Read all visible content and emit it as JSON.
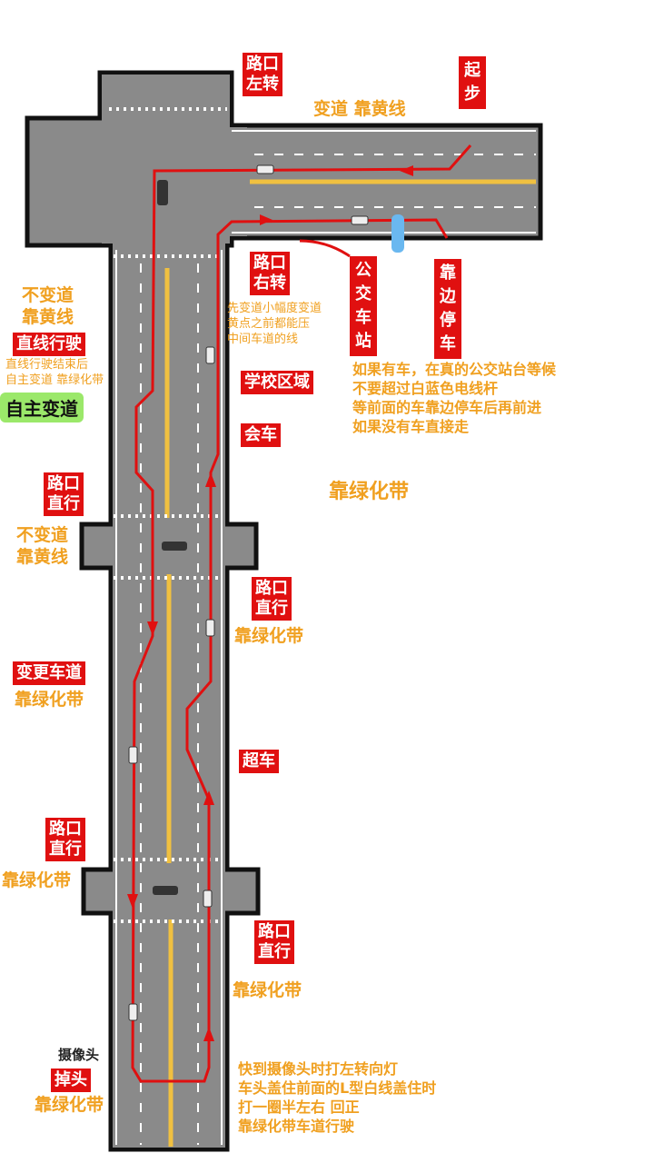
{
  "labels": {
    "start": "起步",
    "left_turn": "路口\n左转",
    "lane_change_yellow": "变道 靠黄线",
    "right_turn": "路口\n右转",
    "right_turn_note": [
      "先变道小幅度变道",
      "黄点之前都能压",
      "中间车道的线"
    ],
    "bus_stop": "公交车站",
    "pull_over": "靠边停车",
    "bus_note": [
      "如果有车，在真的公交站台等候",
      "不要超过白蓝色电线杆",
      "等前面的车靠边停车后再前进",
      "如果没有车直接走"
    ],
    "no_change_1": [
      "不变道",
      "靠黄线"
    ],
    "straight_drive": "直线行驶",
    "straight_note": [
      "直线行驶结束后",
      "自主变道 靠绿化带"
    ],
    "free_lane_change": "自主变道",
    "school_zone": "学校区域",
    "meet_car": "会车",
    "keep_green_1": "靠绿化带",
    "straight_1": "路口\n直行",
    "no_change_2": [
      "不变道",
      "靠黄线"
    ],
    "straight_2": "路口\n直行",
    "keep_green_2": "靠绿化带",
    "change_lane": "变更车道",
    "keep_green_3": "靠绿化带",
    "overtake": "超车",
    "straight_3": "路口\n直行",
    "keep_green_4": "靠绿化带",
    "straight_4": "路口\n直行",
    "keep_green_5": "靠绿化带",
    "camera": "摄像头",
    "u_turn": "掉头",
    "keep_green_6": "靠绿化带",
    "uturn_note": [
      "快到摄像头时打左转向灯",
      "车头盖住前面的L型白线盖住时",
      "打一圈半左右 回正",
      "靠绿化带车道行驶"
    ]
  },
  "colors": {
    "road": "#8a8a8a",
    "route": "#e01010",
    "yellow_line": "#f0c040",
    "label_bg": "#e01010",
    "note": "#f0a020"
  }
}
